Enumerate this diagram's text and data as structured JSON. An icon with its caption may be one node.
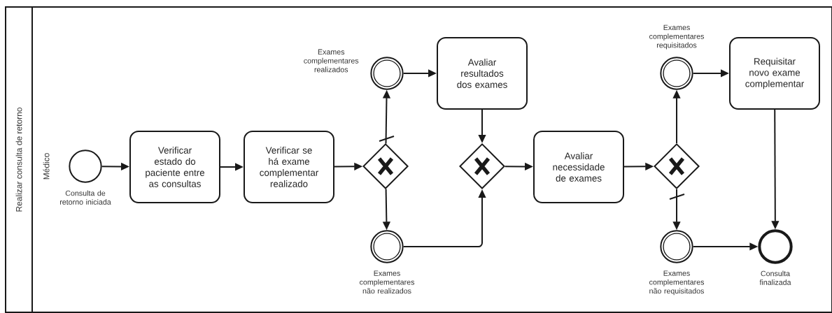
{
  "diagram": {
    "nodes": [
      {
        "text": [
          "Realizar consulta de retorno"
        ]
      },
      {
        "text": [
          "Médico"
        ]
      },
      {
        "text": [],
        "shape": "circle",
        "in": 1,
        "beside": [
          "Consulta de retorno iniciada"
        ]
      },
      {
        "text": [
          "Verificar estado do paciente entre as consultas"
        ],
        "in": 1
      },
      {
        "text": [
          "Verificar se há exame complementar realizado"
        ],
        "in": 1
      },
      {
        "text": [],
        "shape": "diamond",
        "in": 1
      },
      {
        "text": [],
        "shape": "circle",
        "in": 1,
        "beside": [
          "Exames complementares realizados"
        ]
      },
      {
        "text": [],
        "shape": "circle",
        "in": 1,
        "beside": [
          "Exames complementares não realizados"
        ]
      },
      {
        "text": [
          "Avaliar resultados dos exames"
        ],
        "in": 1
      },
      {
        "text": [],
        "shape": "diamond",
        "in": 1
      },
      {
        "text": [
          "Avaliar necessidade de exames"
        ],
        "in": 1
      },
      {
        "text": [],
        "shape": "diamond",
        "in": 1
      },
      {
        "text": [],
        "shape": "circle",
        "in": 1,
        "beside": [
          "Exames complementares requisitados"
        ]
      },
      {
        "text": [],
        "shape": "circle",
        "in": 1,
        "beside": [
          "Exames complementares não requisitados"
        ]
      },
      {
        "text": [
          "Requisitar novo exame complementar"
        ],
        "in": 1
      },
      {
        "text": [],
        "shape": "circle",
        "in": 1,
        "beside": [
          "Consulta finalizada"
        ]
      }
    ],
    "edges": [
      {
        "from": 2,
        "to": 3,
        "arrow": "to"
      },
      {
        "from": 3,
        "to": 4,
        "arrow": "to"
      },
      {
        "from": 4,
        "to": 5,
        "arrow": "to"
      },
      {
        "from": 5,
        "to": 6,
        "arrow": "to"
      },
      {
        "from": 5,
        "to": 7,
        "arrow": "to"
      },
      {
        "from": 6,
        "to": 8,
        "arrow": "to"
      },
      {
        "from": 8,
        "to": 9,
        "arrow": "to"
      },
      {
        "from": 7,
        "to": 9,
        "arrow": "to"
      },
      {
        "from": 9,
        "to": 10,
        "arrow": "to"
      },
      {
        "from": 10,
        "to": 11,
        "arrow": "to"
      },
      {
        "from": 11,
        "to": 12,
        "arrow": "to"
      },
      {
        "from": 11,
        "to": 13,
        "arrow": "to"
      },
      {
        "from": 12,
        "to": 14,
        "arrow": "to"
      },
      {
        "from": 14,
        "to": 15,
        "arrow": "to"
      },
      {
        "from": 13,
        "to": 15,
        "arrow": "to"
      }
    ]
  }
}
